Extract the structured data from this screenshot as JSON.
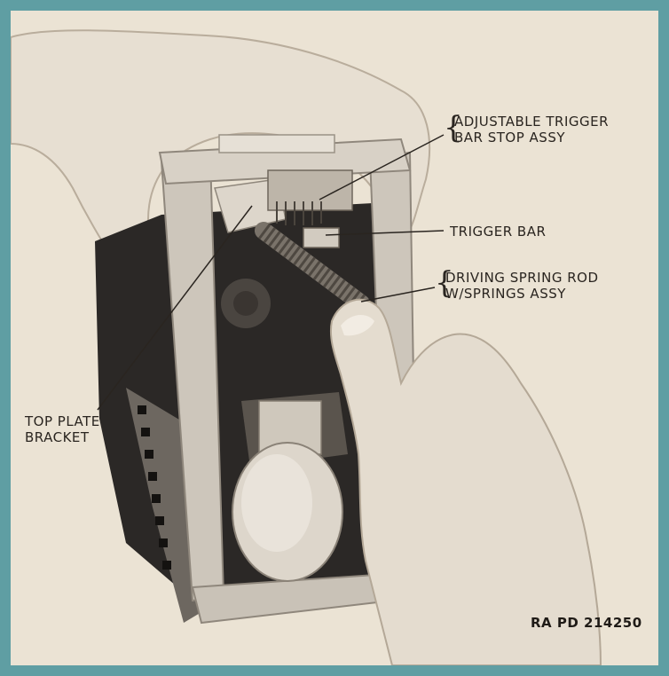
{
  "figure": {
    "callouts": {
      "adjustable_trigger_bar_stop": [
        "ADJUSTABLE TRIGGER",
        "BAR STOP ASSY"
      ],
      "trigger_bar": "TRIGGER BAR",
      "driving_spring_rod": [
        "DRIVING SPRING ROD",
        "W/SPRINGS ASSY"
      ],
      "top_plate_bracket": [
        "TOP PLATE",
        "BRACKET"
      ]
    },
    "reference": "RA PD 214250"
  },
  "colors": {
    "border": "#5f9ea3",
    "paper": "#ebe3d4",
    "ink": "#2a2520"
  }
}
